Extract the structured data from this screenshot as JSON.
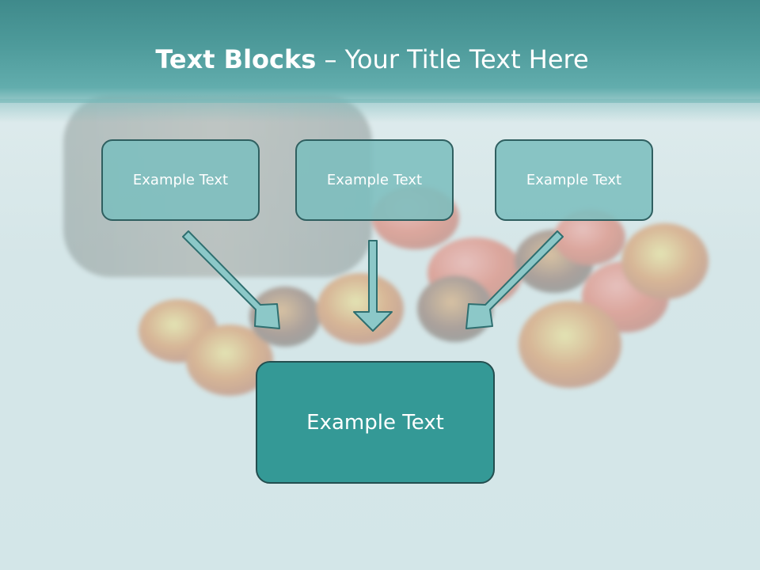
{
  "title": {
    "bold": "Text Blocks",
    "dash": " – ",
    "rest": "Your Title Text Here"
  },
  "blocks": {
    "left": "Example Text",
    "center": "Example Text",
    "right": "Example Text",
    "bottom": "Example Text"
  },
  "colors": {
    "header": "#4e9b9b",
    "box_fill": "#7cbebe",
    "box_main": "#349996",
    "border": "#2f5f60",
    "arrow_fill": "#8cc8c8"
  },
  "background_image": "pills-spilling-from-bottle"
}
